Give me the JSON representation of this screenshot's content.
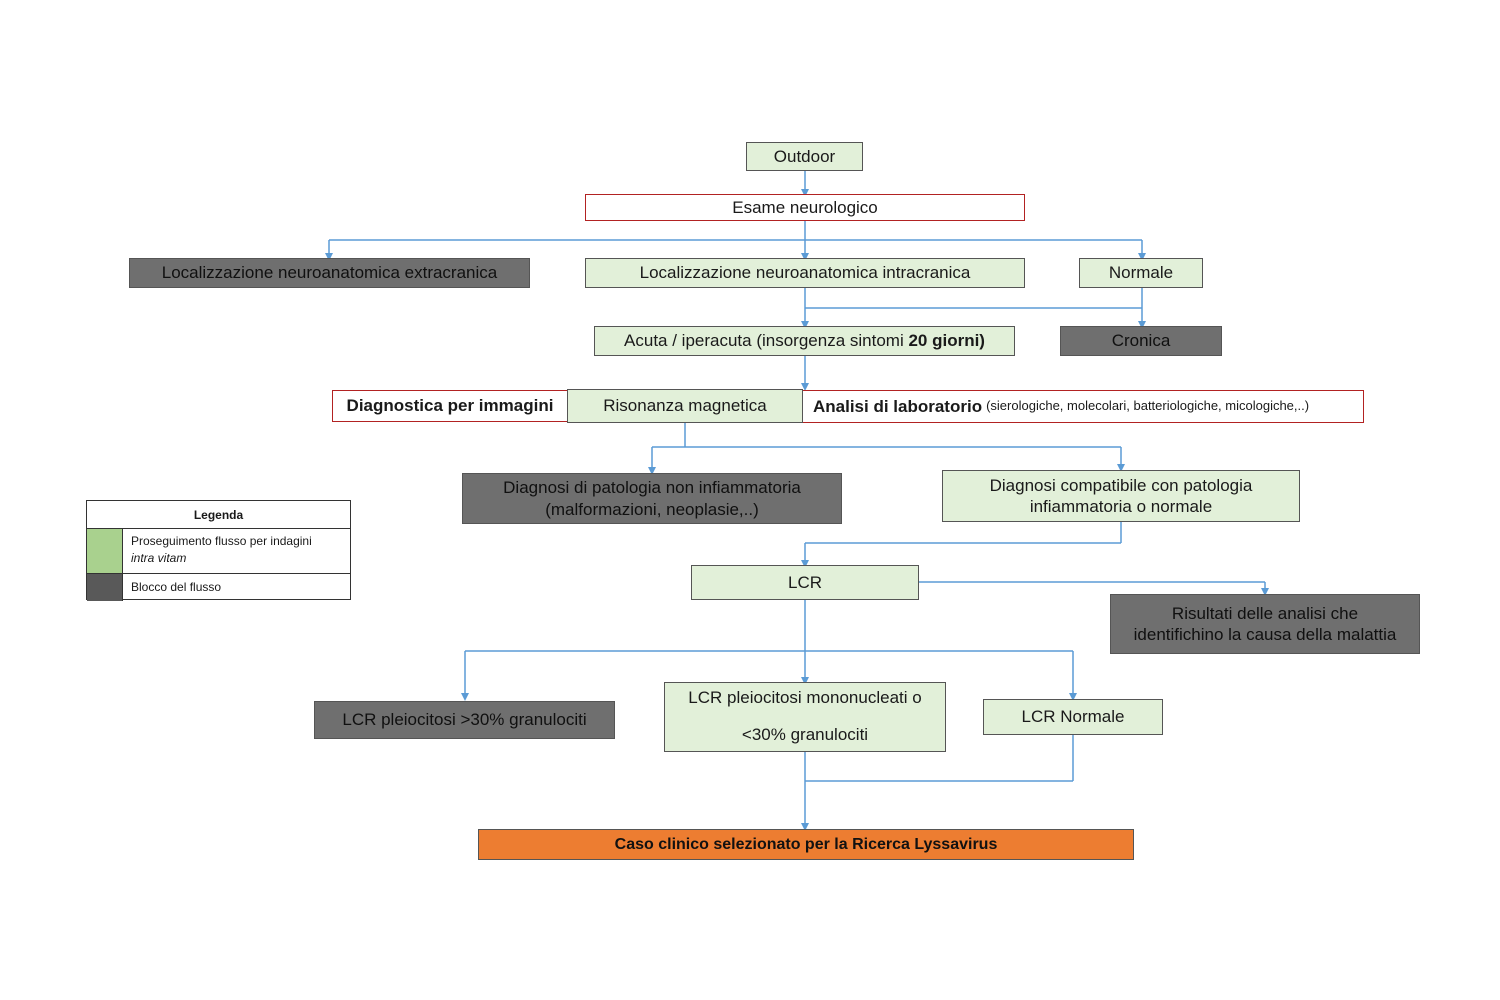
{
  "colors": {
    "continue_green": "#e2f0d9",
    "legend_green": "#a9d18e",
    "block_dark": "#6f6f6f",
    "legend_dark": "#595959",
    "outline_red": "#b22222",
    "final_orange": "#ed7d31",
    "arrow_blue": "#5b9bd5"
  },
  "nodes": {
    "outdoor": "Outdoor",
    "esame_neurologico": "Esame neurologico",
    "extracranica": "Localizzazione neuroanatomica extracranica",
    "intracranica": "Localizzazione neuroanatomica intracranica",
    "normale": "Normale",
    "acuta_prefix": "Acuta / iperacuta (insorgenza sintomi ",
    "acuta_bold": "20 giorni)",
    "cronica": "Cronica",
    "diagnostica_immagini": "Diagnostica per immagini",
    "risonanza": "Risonanza magnetica",
    "analisi_lab": "Analisi di laboratorio",
    "analisi_lab_detail": "(sierologiche, molecolari, batteriologiche, micologiche,..)",
    "non_infiammatoria_line1": "Diagnosi di patologia non infiammatoria",
    "non_infiammatoria_line2": "(malformazioni, neoplasie,..)",
    "compatibile_line1": "Diagnosi compatibile con patologia",
    "compatibile_line2": "infiammatoria o normale",
    "lcr": "LCR",
    "risultati_line1": "Risultati delle analisi che",
    "risultati_line2": "identifichino la causa della malattia",
    "lcr_granulociti": "LCR pleiocitosi >30% granulociti",
    "lcr_mononucleati_line1": "LCR pleiocitosi mononucleati o",
    "lcr_mononucleati_line2": "<30% granulociti",
    "lcr_normale": "LCR Normale",
    "caso_clinico": "Caso clinico selezionato per la Ricerca Lyssavirus"
  },
  "legend": {
    "title": "Legenda",
    "continue_text": "Proseguimento flusso per indagini",
    "continue_italic": "intra vitam",
    "block_text": "Blocco del flusso"
  }
}
